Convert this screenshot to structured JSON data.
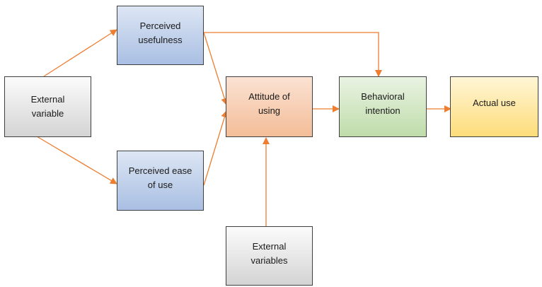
{
  "diagram": {
    "title": "Technology Acceptance Model",
    "edge_color": "#ed7d31",
    "nodes": {
      "external_variable": {
        "line1": "External",
        "line2": "variable"
      },
      "perceived_usefulness": {
        "line1": "Perceived",
        "line2": "usefulness"
      },
      "perceived_ease_of_use": {
        "line1": "Perceived ease",
        "line2": "of use"
      },
      "attitude_of_using": {
        "line1": "Attitude of",
        "line2": "using"
      },
      "behavioral_intention": {
        "line1": "Behavioral",
        "line2": "intention"
      },
      "actual_use": {
        "line1": "Actual use"
      },
      "external_variables": {
        "line1": "External",
        "line2": "variables"
      }
    },
    "edges": [
      {
        "from": "external_variable",
        "to": "perceived_usefulness"
      },
      {
        "from": "external_variable",
        "to": "perceived_ease_of_use"
      },
      {
        "from": "perceived_usefulness",
        "to": "attitude_of_using"
      },
      {
        "from": "perceived_ease_of_use",
        "to": "attitude_of_using"
      },
      {
        "from": "perceived_usefulness",
        "to": "behavioral_intention"
      },
      {
        "from": "attitude_of_using",
        "to": "behavioral_intention"
      },
      {
        "from": "behavioral_intention",
        "to": "actual_use"
      },
      {
        "from": "external_variables",
        "to": "attitude_of_using"
      }
    ]
  }
}
